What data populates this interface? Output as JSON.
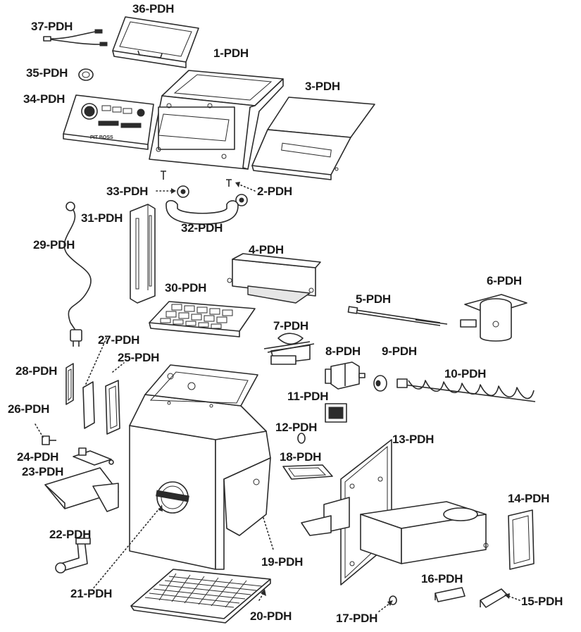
{
  "diagram": {
    "parts": [
      {
        "id": "p1",
        "label": "1-PDH"
      },
      {
        "id": "p2",
        "label": "2-PDH"
      },
      {
        "id": "p3",
        "label": "3-PDH"
      },
      {
        "id": "p4",
        "label": "4-PDH"
      },
      {
        "id": "p5",
        "label": "5-PDH"
      },
      {
        "id": "p6",
        "label": "6-PDH"
      },
      {
        "id": "p7",
        "label": "7-PDH"
      },
      {
        "id": "p8",
        "label": "8-PDH"
      },
      {
        "id": "p9",
        "label": "9-PDH"
      },
      {
        "id": "p10",
        "label": "10-PDH"
      },
      {
        "id": "p11",
        "label": "11-PDH"
      },
      {
        "id": "p12",
        "label": "12-PDH"
      },
      {
        "id": "p13",
        "label": "13-PDH"
      },
      {
        "id": "p14",
        "label": "14-PDH"
      },
      {
        "id": "p15",
        "label": "15-PDH"
      },
      {
        "id": "p16",
        "label": "16-PDH"
      },
      {
        "id": "p17",
        "label": "17-PDH"
      },
      {
        "id": "p18",
        "label": "18-PDH"
      },
      {
        "id": "p19",
        "label": "19-PDH"
      },
      {
        "id": "p20",
        "label": "20-PDH"
      },
      {
        "id": "p21",
        "label": "21-PDH"
      },
      {
        "id": "p22",
        "label": "22-PDH"
      },
      {
        "id": "p23",
        "label": "23-PDH"
      },
      {
        "id": "p24",
        "label": "24-PDH"
      },
      {
        "id": "p25",
        "label": "25-PDH"
      },
      {
        "id": "p26",
        "label": "26-PDH"
      },
      {
        "id": "p27",
        "label": "27-PDH"
      },
      {
        "id": "p28",
        "label": "28-PDH"
      },
      {
        "id": "p29",
        "label": "29-PDH"
      },
      {
        "id": "p30",
        "label": "30-PDH"
      },
      {
        "id": "p31",
        "label": "31-PDH"
      },
      {
        "id": "p32",
        "label": "32-PDH"
      },
      {
        "id": "p33",
        "label": "33-PDH"
      },
      {
        "id": "p34",
        "label": "34-PDH"
      },
      {
        "id": "p35",
        "label": "35-PDH"
      },
      {
        "id": "p36",
        "label": "36-PDH"
      },
      {
        "id": "p37",
        "label": "37-PDH"
      }
    ],
    "controller_brand": "PIT BOSS",
    "line_color": "#2b2b2b"
  }
}
